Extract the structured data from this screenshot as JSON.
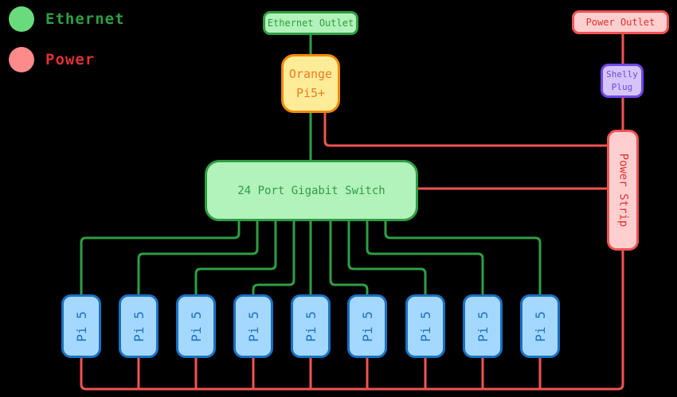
{
  "legend": {
    "items": [
      {
        "label": "Ethernet"
      },
      {
        "label": "Power"
      }
    ]
  },
  "nodes": {
    "ethernet_outlet": {
      "label": "Ethernet Outlet"
    },
    "orange_pi": {
      "line1": "Orange",
      "line2": "Pi5+"
    },
    "power_outlet": {
      "label": "Power Outlet"
    },
    "shelly_plug": {
      "line1": "Shelly",
      "line2": "Plug"
    },
    "power_strip": {
      "label": "Power Strip"
    },
    "switch": {
      "label": "24 Port Gigabit Switch"
    },
    "pi_nodes": [
      {
        "label": "Pi 5"
      },
      {
        "label": "Pi 5"
      },
      {
        "label": "Pi 5"
      },
      {
        "label": "Pi 5"
      },
      {
        "label": "Pi 5"
      },
      {
        "label": "Pi 5"
      },
      {
        "label": "Pi 5"
      },
      {
        "label": "Pi 5"
      },
      {
        "label": "Pi 5"
      }
    ]
  },
  "colors": {
    "background": "#000000",
    "ethernet_stroke": "#2f9e44",
    "ethernet_fill": "#b2f2bb",
    "ethernet_text": "#2f9e44",
    "power_stroke": "#f15352",
    "power_fill": "#ffcfcf",
    "power_text": "#e03131",
    "pi_stroke": "#1971c2",
    "pi_fill": "#a5d8ff",
    "pi_text": "#1971c2",
    "orange_stroke": "#f08c00",
    "orange_fill": "#ffec99",
    "orange_text": "#ed7d20",
    "purple_stroke": "#7048e8",
    "purple_fill": "#d5c4f8",
    "purple_text": "#7048e8",
    "legend_ethernet_dot": "#69db7c",
    "legend_power_dot": "#ff8a8a"
  }
}
